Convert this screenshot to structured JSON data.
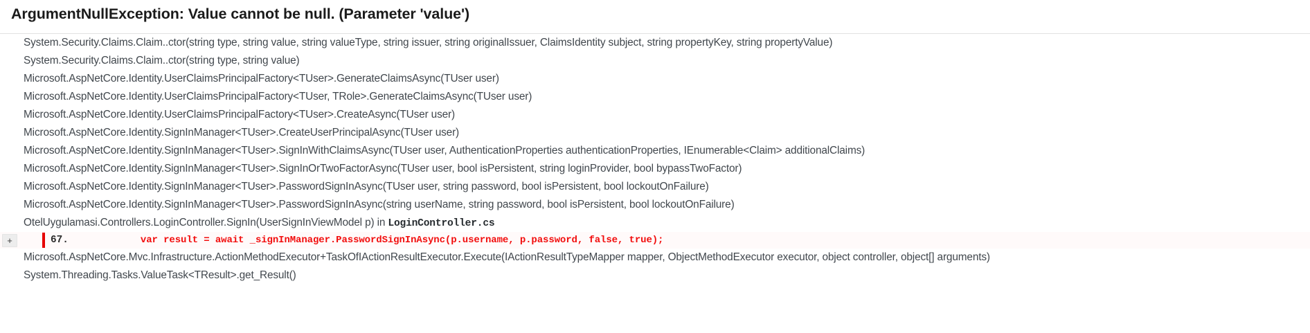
{
  "header": {
    "title": "ArgumentNullException: Value cannot be null. (Parameter 'value')"
  },
  "stack": {
    "frames": [
      {
        "text": "System.Security.Claims.Claim..ctor(string type, string value, string valueType, string issuer, string originalIssuer, ClaimsIdentity subject, string propertyKey, string propertyValue)"
      },
      {
        "text": "System.Security.Claims.Claim..ctor(string type, string value)"
      },
      {
        "text": "Microsoft.AspNetCore.Identity.UserClaimsPrincipalFactory<TUser>.GenerateClaimsAsync(TUser user)"
      },
      {
        "text": "Microsoft.AspNetCore.Identity.UserClaimsPrincipalFactory<TUser, TRole>.GenerateClaimsAsync(TUser user)"
      },
      {
        "text": "Microsoft.AspNetCore.Identity.UserClaimsPrincipalFactory<TUser>.CreateAsync(TUser user)"
      },
      {
        "text": "Microsoft.AspNetCore.Identity.SignInManager<TUser>.CreateUserPrincipalAsync(TUser user)"
      },
      {
        "text": "Microsoft.AspNetCore.Identity.SignInManager<TUser>.SignInWithClaimsAsync(TUser user, AuthenticationProperties authenticationProperties, IEnumerable<Claim> additionalClaims)"
      },
      {
        "text": "Microsoft.AspNetCore.Identity.SignInManager<TUser>.SignInOrTwoFactorAsync(TUser user, bool isPersistent, string loginProvider, bool bypassTwoFactor)"
      },
      {
        "text": "Microsoft.AspNetCore.Identity.SignInManager<TUser>.PasswordSignInAsync(TUser user, string password, bool isPersistent, bool lockoutOnFailure)"
      },
      {
        "text": "Microsoft.AspNetCore.Identity.SignInManager<TUser>.PasswordSignInAsync(string userName, string password, bool isPersistent, bool lockoutOnFailure)"
      }
    ],
    "error_frame": {
      "text": "OtelUygulamasi.Controllers.LoginController.SignIn(UserSignInViewModel p) in ",
      "file": "LoginController.cs"
    },
    "source_line": {
      "expander_label": "+",
      "line_number": "67.",
      "code": "var result = await _signInManager.PasswordSignInAsync(p.username, p.password, false, true);"
    },
    "frames_after": [
      {
        "text": "Microsoft.AspNetCore.Mvc.Infrastructure.ActionMethodExecutor+TaskOfIActionResultExecutor.Execute(IActionResultTypeMapper mapper, ObjectMethodExecutor executor, object controller, object[] arguments)"
      },
      {
        "text": "System.Threading.Tasks.ValueTask<TResult>.get_Result()"
      }
    ]
  },
  "colors": {
    "error_red": "#f20d0d",
    "error_bar": "#e60000",
    "text": "#41474d",
    "title": "#1b1b1b",
    "highlight_bg": "#fffafa"
  }
}
